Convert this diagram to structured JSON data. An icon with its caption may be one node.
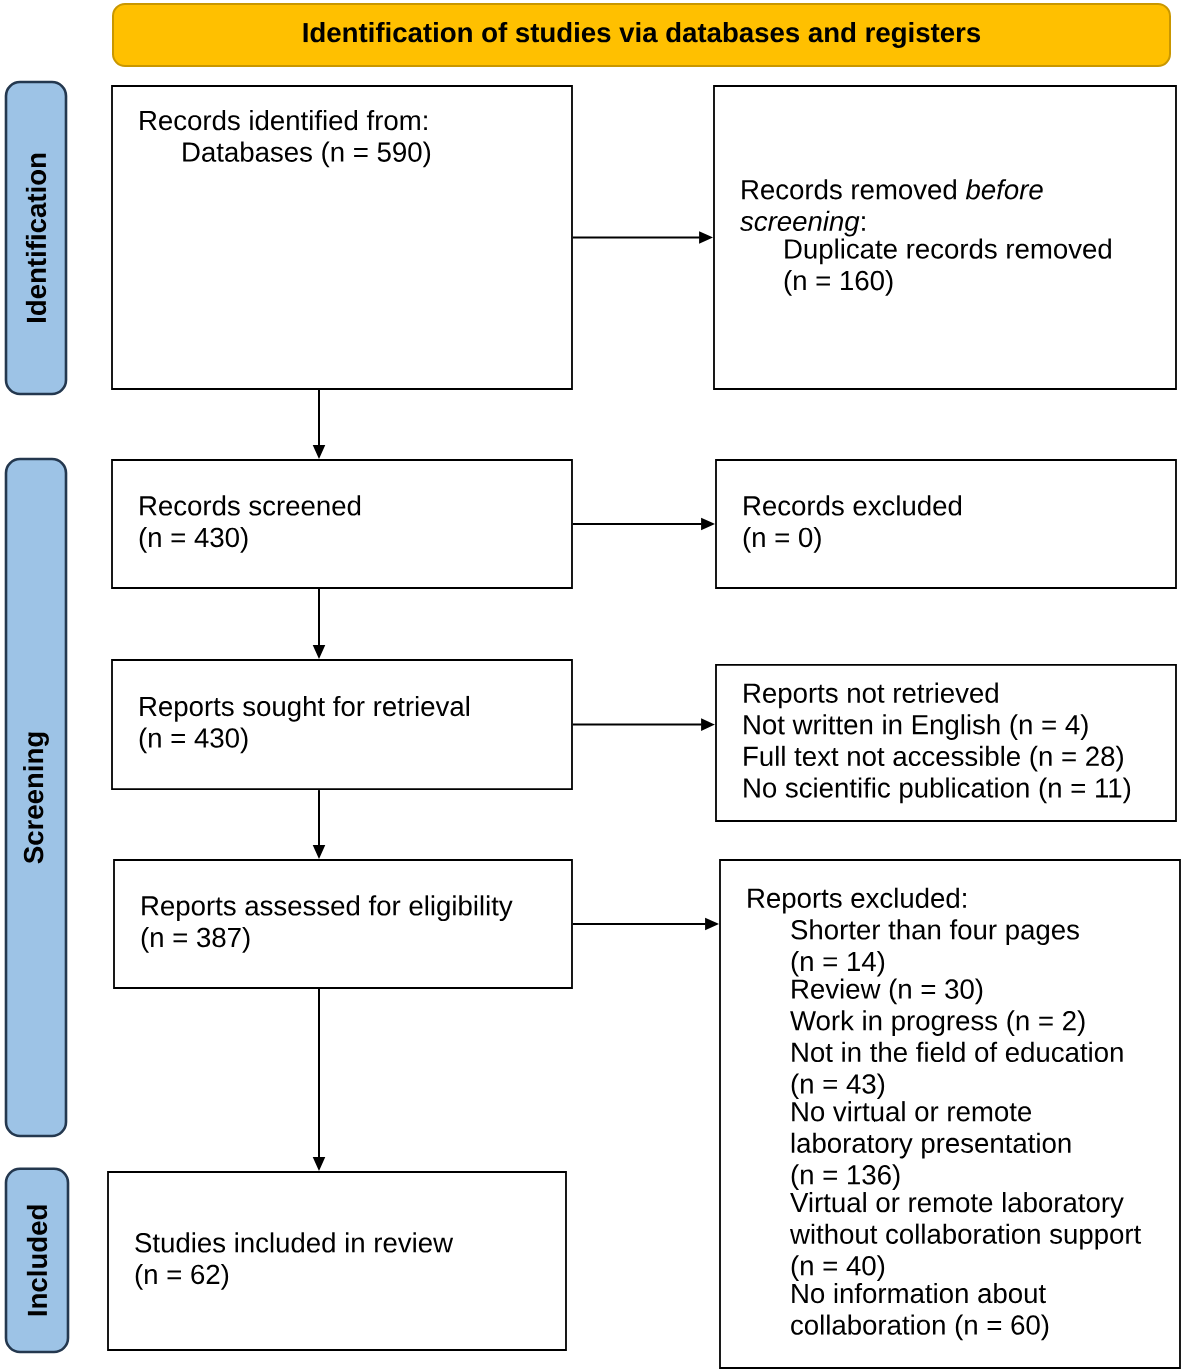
{
  "diagram": {
    "nodes": [
      {
        "text": [
          "Identification of studies via databases and registers"
        ]
      },
      {
        "text": [
          "Identification"
        ]
      },
      {
        "text": [
          "Records identified from:",
          "Databases (n = 590)"
        ]
      },
      {
        "text": [
          "Records removed *before screening*:",
          "Duplicate records removed (n = 160)"
        ]
      },
      {
        "text": [
          "Screening"
        ]
      },
      {
        "text": [
          "Records screened (n = 430)"
        ]
      },
      {
        "text": [
          "Records excluded (n = 0)"
        ]
      },
      {
        "text": [
          "Reports sought for retrieval (n = 430)"
        ]
      },
      {
        "text": [
          "Reports not retrieved",
          "Not written in English (n = 4)",
          "Full text not accessible (n = 28)",
          "No scientific publication (n = 11)"
        ]
      },
      {
        "text": [
          "Reports assessed for eligibility (n = 387)"
        ]
      },
      {
        "text": [
          "Reports excluded:",
          "Shorter than four pages (n = 14)",
          "Review (n = 30)",
          "Work in progress (n = 2)",
          "Not in the field of education (n = 43)",
          "No virtual or remote laboratory presentation (n = 136)",
          "Virtual or remote laboratory without collaboration support (n = 40)",
          "No information about collaboration (n = 60)"
        ]
      },
      {
        "text": [
          "Included"
        ]
      },
      {
        "text": [
          "Studies included in review (n = 62)"
        ]
      }
    ],
    "edges": [
      {
        "from": 2,
        "to": 3,
        "arrow": "to"
      },
      {
        "from": 2,
        "to": 5,
        "arrow": "to"
      },
      {
        "from": 5,
        "to": 6,
        "arrow": "to"
      },
      {
        "from": 5,
        "to": 7,
        "arrow": "to"
      },
      {
        "from": 7,
        "to": 8,
        "arrow": "to"
      },
      {
        "from": 7,
        "to": 9,
        "arrow": "to"
      },
      {
        "from": 9,
        "to": 10,
        "arrow": "to"
      },
      {
        "from": 9,
        "to": 12,
        "arrow": "to"
      }
    ]
  }
}
